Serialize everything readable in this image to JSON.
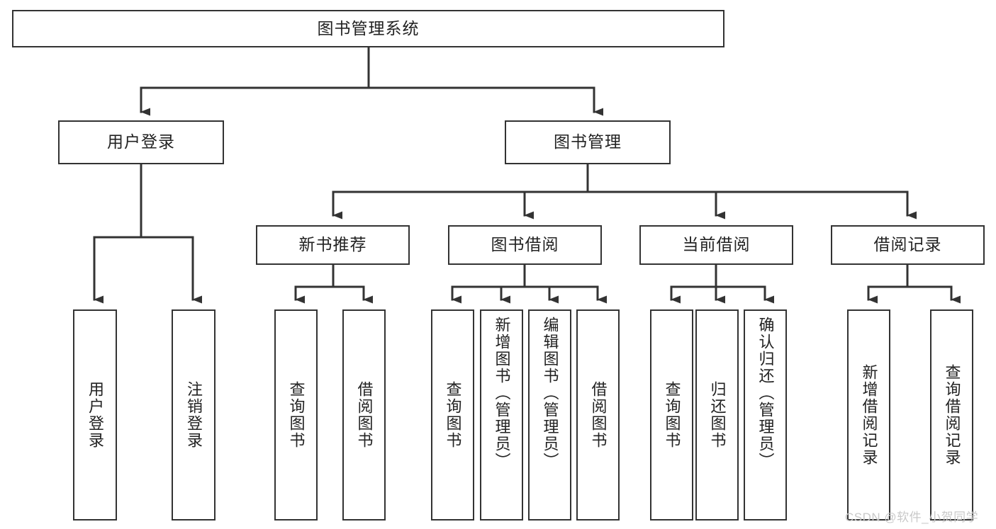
{
  "diagram": {
    "type": "tree-hierarchy-chart",
    "title": "图书管理系统",
    "root": {
      "id": "root",
      "label": "图书管理系统"
    },
    "level2": [
      {
        "id": "user-login",
        "label": "用户登录"
      },
      {
        "id": "book-management",
        "label": "图书管理"
      }
    ],
    "level3": [
      {
        "id": "new-book-recommend",
        "label": "新书推荐",
        "parent": "book-management"
      },
      {
        "id": "book-borrow",
        "label": "图书借阅",
        "parent": "book-management"
      },
      {
        "id": "current-borrow",
        "label": "当前借阅",
        "parent": "book-management"
      },
      {
        "id": "borrow-record",
        "label": "借阅记录",
        "parent": "book-management"
      }
    ],
    "leaves": [
      {
        "id": "leaf-user-login",
        "label": "用户登录",
        "parent": "user-login"
      },
      {
        "id": "leaf-logout-login",
        "label": "注销登录",
        "parent": "user-login"
      },
      {
        "id": "leaf-query-book-1",
        "label": "查询图书",
        "parent": "new-book-recommend"
      },
      {
        "id": "leaf-borrow-book-1",
        "label": "借阅图书",
        "parent": "new-book-recommend"
      },
      {
        "id": "leaf-query-book-2",
        "label": "查询图书",
        "parent": "book-borrow"
      },
      {
        "id": "leaf-add-book",
        "label": "新增图书（管理员）",
        "parent": "book-borrow"
      },
      {
        "id": "leaf-edit-book",
        "label": "编辑图书（管理员）",
        "parent": "book-borrow"
      },
      {
        "id": "leaf-borrow-book-2",
        "label": "借阅图书",
        "parent": "book-borrow"
      },
      {
        "id": "leaf-query-book-3",
        "label": "查询图书",
        "parent": "current-borrow"
      },
      {
        "id": "leaf-return-book",
        "label": "归还图书",
        "parent": "current-borrow"
      },
      {
        "id": "leaf-confirm-return",
        "label": "确认归还（管理员）",
        "parent": "current-borrow"
      },
      {
        "id": "leaf-add-borrow-record",
        "label": "新增借阅记录",
        "parent": "borrow-record"
      },
      {
        "id": "leaf-query-borrow-record",
        "label": "查询借阅记录",
        "parent": "borrow-record"
      }
    ],
    "colors": {
      "line": "#333333",
      "box_border": "#333333",
      "box_fill": "#ffffff",
      "text": "#222222",
      "watermark": "#c9c9c9"
    }
  },
  "watermark": {
    "text": "CSDN @软件_小贺同学"
  }
}
